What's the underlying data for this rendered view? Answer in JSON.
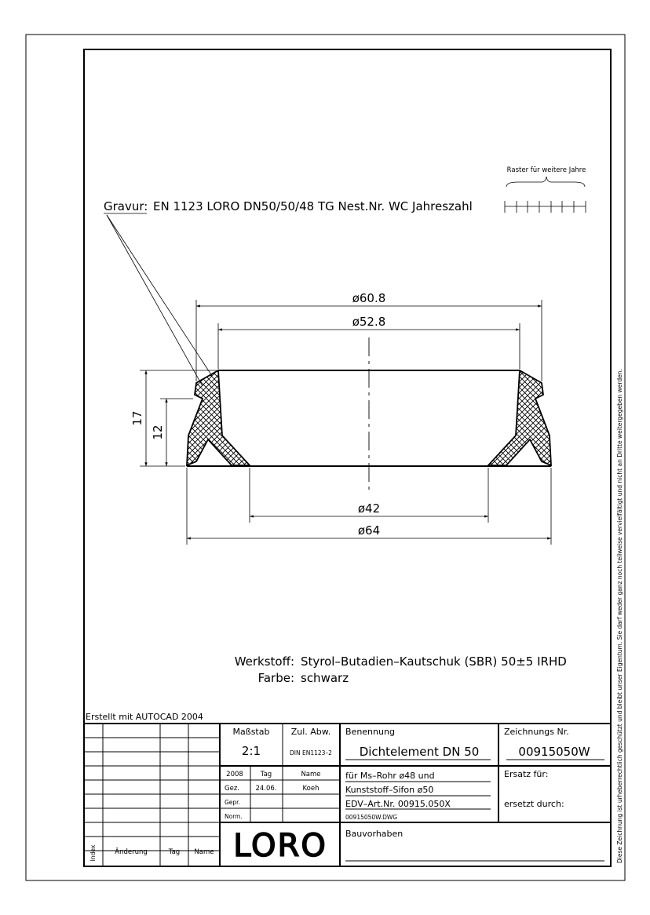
{
  "engraving": {
    "label": "Gravur:",
    "text": "EN 1123 LORO DN50/50/48 TG Nest.Nr. WC Jahreszahl",
    "grid_caption": "Raster für weitere Jahre"
  },
  "dimensions": {
    "outer_top": "ø60.8",
    "inner_top": "ø52.8",
    "inner_bottom": "ø42",
    "outer_bottom": "ø64",
    "height_total": "17",
    "height_partial": "12"
  },
  "material": {
    "werkstoff_label": "Werkstoff:",
    "werkstoff_value": "Styrol–Butadien–Kautschuk (SBR) 50±5 IRHD",
    "farbe_label": "Farbe:",
    "farbe_value": "schwarz"
  },
  "created_with": "Erstellt mit AUTOCAD 2004",
  "side_note": "Diese Zeichnung ist urheberrechtlich geschützt und bleibt unser Eigentum. Sie darf weder ganz noch teilweise vervielfältigt und nicht an Dritte weitergegeben werden.",
  "title_block": {
    "massstab_label": "Maßstab",
    "massstab_value": "2:1",
    "zul_abw_label": "Zul. Abw.",
    "zul_abw_value": "DIN EN1123–2",
    "benennung_label": "Benennung",
    "benennung_value": "Dichtelement DN 50",
    "zeichnungs_nr_label": "Zeichnungs Nr.",
    "zeichnungs_nr_value": "00915050W",
    "year": "2008",
    "tag_label": "Tag",
    "name_label": "Name",
    "gez_label": "Gez.",
    "gez_tag": "24.06.",
    "gez_name": "Koeh",
    "gepr_label": "Gepr.",
    "norm_label": "Norm.",
    "desc_line1": "für Ms–Rohr ø48 und",
    "desc_line2": "Kunststoff–Sifon ø50",
    "edv": "EDV–Art.Nr. 00915.050X",
    "file": "00915050W.DWG",
    "ersatz_fuer": "Ersatz für:",
    "ersetzt_durch": "ersetzt durch:",
    "bauvorhaben": "Bauvorhaben",
    "logo": "LORO",
    "rev_index": "Index",
    "rev_aenderung": "Änderung",
    "rev_tag": "Tag",
    "rev_name": "Name"
  }
}
